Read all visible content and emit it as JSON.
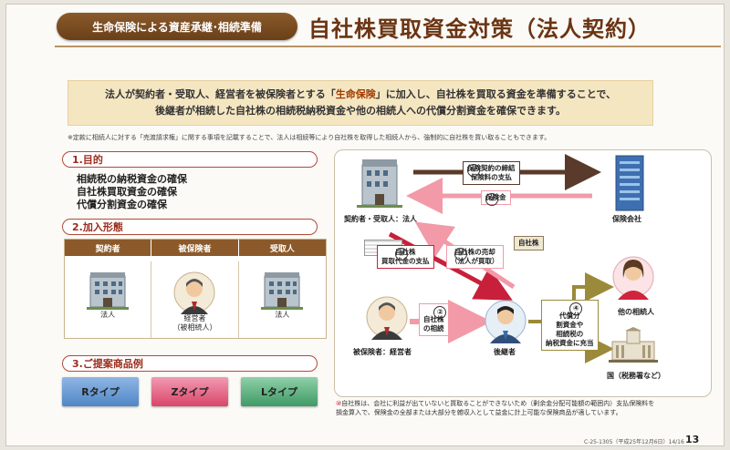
{
  "header": {
    "badge": "生命保険による資産承継･相続準備",
    "title": "自社株買取資金対策（法人契約）"
  },
  "intro": {
    "line1_a": "法人が契約者・受取人、経営者を被保険者とする「",
    "line1_hl": "生命保険",
    "line1_b": "」に加入し、自社株を買取る資金を準備することで、",
    "line2": "後継者が相続した自社株の相続税納税資金や他の相続人への代償分割資金を確保できます。",
    "note": "※定款に相続人に対する「売渡請求権」に関する事項を記載することで、法人は相続等により自社株を取得した相続人から、強制的に自社株を買い取ることもできます。"
  },
  "sections": {
    "purpose": "1.目的",
    "type": "2.加入形態",
    "products": "3.ご提案商品例"
  },
  "purpose_items": [
    "相続税の納税資金の確保",
    "自社株買取資金の確保",
    "代償分割資金の確保"
  ],
  "table": {
    "headers": [
      "契約者",
      "被保険者",
      "受取人"
    ],
    "cells": [
      {
        "line1": "法人",
        "line2": ""
      },
      {
        "line1": "経営者",
        "line2": "（被相続人）"
      },
      {
        "line1": "法人",
        "line2": ""
      }
    ]
  },
  "products": [
    {
      "label": "Rタイプ",
      "color": "#4f86c6"
    },
    {
      "label": "Zタイプ",
      "color": "#d9466a"
    },
    {
      "label": "Lタイプ",
      "color": "#3f9a66"
    }
  ],
  "diagram": {
    "corp_label": "契約者・受取人：法人",
    "insurer_label": "保険会社",
    "insured_label": "被保険者：経営者",
    "successor_label": "後継者",
    "heir_label": "他の相続人",
    "nation_label": "国（税務署など）",
    "stock_label": "自社株",
    "step1_num": "①",
    "step1_line1": "保険契約の締結",
    "step1_line2": "保険料の支払",
    "step2_num": "②",
    "step2": "保険金",
    "step3a_num": "③",
    "step3a_line1": "自社株",
    "step3a_line2": "買取代金の支払",
    "step3b_num": "③",
    "step3b_line1": "自社株の売却",
    "step3b_line2": "（法人が買取）",
    "step_inherit_num": "②",
    "step_inherit_line1": "自社株",
    "step_inherit_line2": "の相続",
    "step4_num": "④",
    "step4_line1": "代償分",
    "step4_line2": "割資金や",
    "step4_line3": "相続税の",
    "step4_line4": "納税資金に充当"
  },
  "footnote": {
    "mark": "⑩",
    "text1": "自社株は、会社に利益が出ていないと買取ることができないため（剰余金分配可能額の範囲内）支払保険料を",
    "text2": "損金算入で、保険金の全部または大部分を雑収入として益金に計上可能な保険商品が適しています。"
  },
  "page": {
    "code": "C-25-1305（平成25年12月6日）14/16",
    "number": "13"
  },
  "colors": {
    "brown": "#6b3413",
    "accent_red": "#c8203a",
    "pink": "#f29aa8",
    "dark_arrow": "#5a3a2a",
    "olive": "#9b8a3a"
  }
}
